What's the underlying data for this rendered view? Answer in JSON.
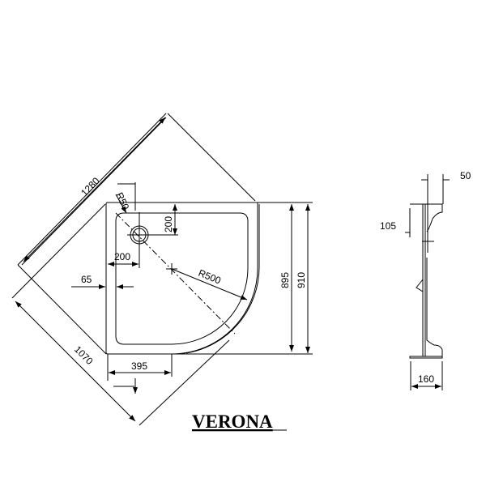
{
  "title": "VERONA",
  "dimensions": {
    "diagonal_top": "1280",
    "diagonal_bottom": "1070",
    "drain_radius": "R50",
    "drain_offset_y": "200",
    "drain_offset_x": "200",
    "rim": "65",
    "radius": "R500",
    "inner_height": "895",
    "outer_height": "910",
    "bottom_offset": "395"
  },
  "profile": {
    "top_width": "50",
    "upper_height": "105",
    "depth": "160"
  }
}
